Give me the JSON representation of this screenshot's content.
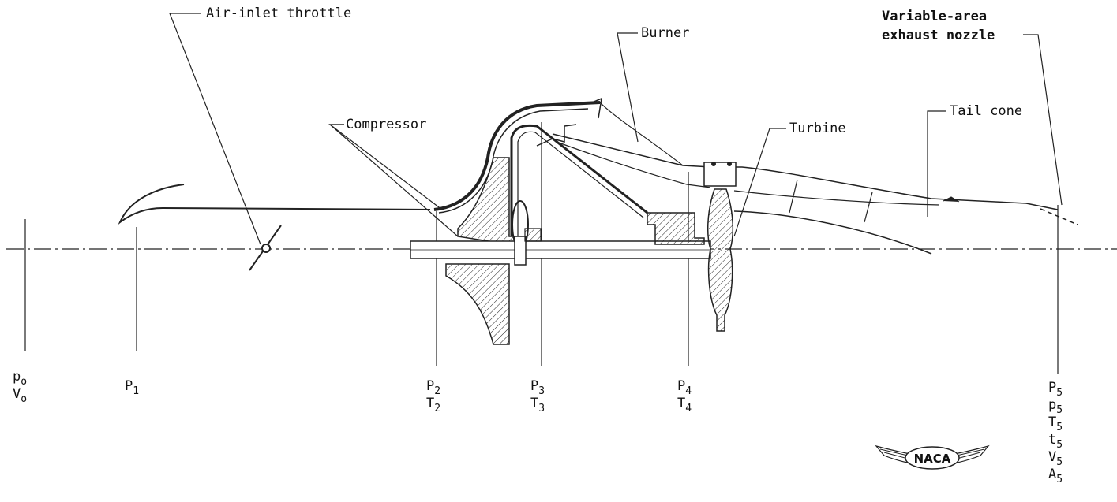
{
  "labels": {
    "air_inlet_throttle": "Air-inlet throttle",
    "compressor": "Compressor",
    "burner": "Burner",
    "turbine": "Turbine",
    "tail_cone": "Tail cone",
    "nozzle_line1": "Variable-area",
    "nozzle_line2": "exhaust nozzle"
  },
  "stations": [
    {
      "id": "0",
      "lines": [
        {
          "sym": "p",
          "sub": "o"
        },
        {
          "sym": "V",
          "sub": "o"
        }
      ]
    },
    {
      "id": "1",
      "lines": [
        {
          "sym": "P",
          "sub": "1"
        }
      ]
    },
    {
      "id": "2",
      "lines": [
        {
          "sym": "P",
          "sub": "2"
        },
        {
          "sym": "T",
          "sub": "2"
        }
      ]
    },
    {
      "id": "3",
      "lines": [
        {
          "sym": "P",
          "sub": "3"
        },
        {
          "sym": "T",
          "sub": "3"
        }
      ]
    },
    {
      "id": "4",
      "lines": [
        {
          "sym": "P",
          "sub": "4"
        },
        {
          "sym": "T",
          "sub": "4"
        }
      ]
    },
    {
      "id": "5",
      "lines": [
        {
          "sym": "P",
          "sub": "5"
        },
        {
          "sym": "p",
          "sub": "5"
        },
        {
          "sym": "T",
          "sub": "5"
        },
        {
          "sym": "t",
          "sub": "5"
        },
        {
          "sym": "V",
          "sub": "5"
        },
        {
          "sym": "A",
          "sub": "5"
        }
      ]
    }
  ],
  "logo": {
    "text": "NACA"
  }
}
